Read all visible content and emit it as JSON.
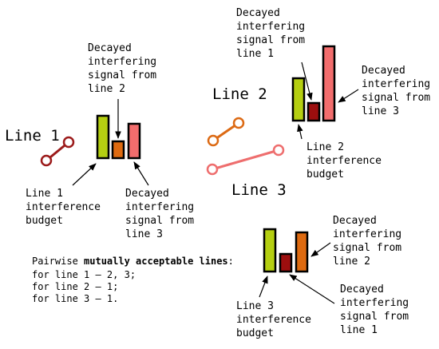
{
  "colors": {
    "green": "#b5cf11",
    "orange": "#de6a10",
    "darkred": "#9c0e0e",
    "salmon": "#f26d6d",
    "line1": "#9c1b1b",
    "line2": "#dc6a14",
    "line3": "#ee6e6e"
  },
  "lines": {
    "line1": "Line 1",
    "line2": "Line 2",
    "line3": "Line 3"
  },
  "group1": {
    "budget": [
      "Line 1",
      "interference",
      "budget"
    ],
    "top": [
      "Decayed",
      "interfering",
      "signal from",
      "line 2"
    ],
    "right": [
      "Decayed",
      "interfering",
      "signal from",
      "line 3"
    ]
  },
  "group2": {
    "top": [
      "Decayed",
      "interfering",
      "signal from",
      "line 1"
    ],
    "right": [
      "Decayed",
      "interfering",
      "signal from",
      "line 3"
    ],
    "budget": [
      "Line 2",
      "interference",
      "budget"
    ]
  },
  "group3": {
    "right": [
      "Decayed",
      "interfering",
      "signal from",
      "line 2"
    ],
    "budget": [
      "Line 3",
      "interference",
      "budget"
    ],
    "bottom": [
      "Decayed",
      "interfering",
      "signal from",
      "line 1"
    ]
  },
  "pairwise": {
    "prefix": "Pairwise ",
    "bold": "mutually acceptable lines",
    "suffix": ":",
    "rows": [
      "for line 1 – 2, 3;",
      "for line 2 – 1;",
      "for line 3 – 1."
    ]
  }
}
